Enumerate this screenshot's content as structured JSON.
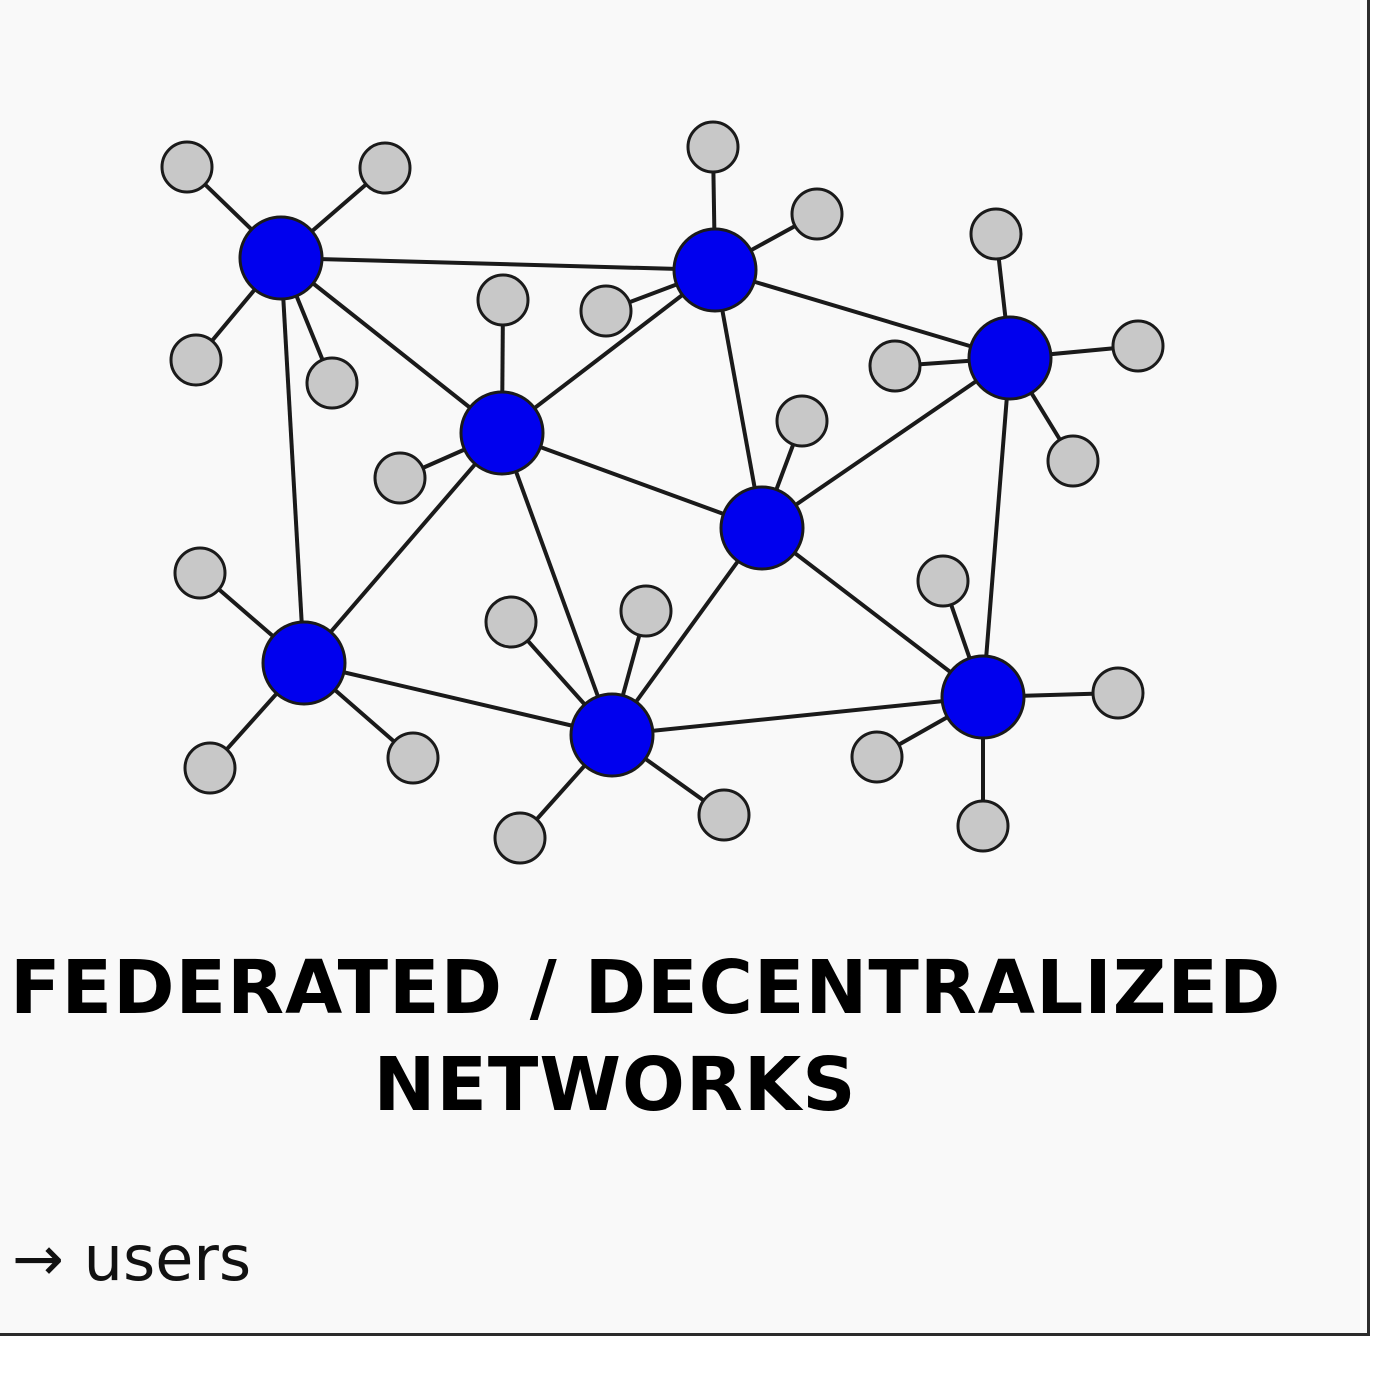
{
  "title": {
    "line1": "FEDERATED / DECENTRALIZED",
    "line2": "NETWORKS"
  },
  "legend": {
    "text": "→ users"
  },
  "colors": {
    "server": "#0000ee",
    "user": "#c8c8c8",
    "stroke": "#1a1a1a",
    "background": "#f9f9f9"
  }
}
